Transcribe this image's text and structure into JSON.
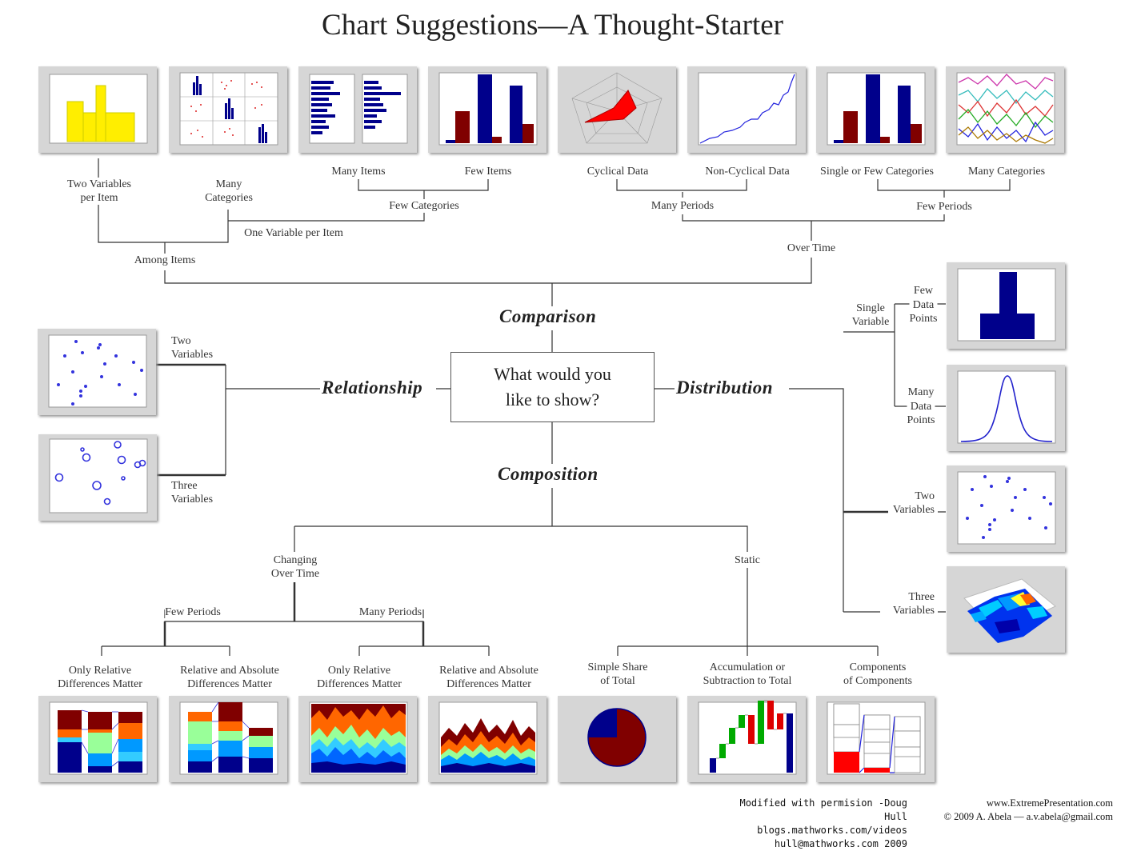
{
  "title": "Chart Suggestions—A Thought-Starter",
  "center_question": [
    "What would you",
    "like to show?"
  ],
  "categories": {
    "comparison": "Comparison",
    "relationship": "Relationship",
    "distribution": "Distribution",
    "composition": "Composition"
  },
  "comparison": {
    "among_items": "Among Items",
    "over_time": "Over Time",
    "two_variables_per_item": [
      "Two Variables",
      "per Item"
    ],
    "one_variable_per_item": "One Variable per Item",
    "many_categories": [
      "Many",
      "Categories"
    ],
    "few_categories": "Few Categories",
    "many_items": "Many Items",
    "few_items": "Few Items",
    "many_periods": "Many Periods",
    "few_periods": "Few Periods",
    "cyclical_data": "Cyclical Data",
    "non_cyclical_data": "Non-Cyclical Data",
    "single_or_few_categories": "Single or Few Categories",
    "many_categories_time": "Many Categories"
  },
  "relationship": {
    "two_variables": [
      "Two",
      "Variables"
    ],
    "three_variables": [
      "Three",
      "Variables"
    ]
  },
  "distribution": {
    "single_variable": [
      "Single",
      "Variable"
    ],
    "few_data_points": [
      "Few",
      "Data",
      "Points"
    ],
    "many_data_points": [
      "Many",
      "Data",
      "Points"
    ],
    "two_variables": [
      "Two",
      "Variables"
    ],
    "three_variables": [
      "Three",
      "Variables"
    ]
  },
  "composition": {
    "changing_over_time": [
      "Changing",
      "Over Time"
    ],
    "static": "Static",
    "few_periods": "Few Periods",
    "many_periods": "Many Periods",
    "only_relative_1": [
      "Only Relative",
      "Differences Matter"
    ],
    "relative_absolute_1": [
      "Relative and Absolute",
      "Differences Matter"
    ],
    "only_relative_2": [
      "Only Relative",
      "Differences Matter"
    ],
    "relative_absolute_2": [
      "Relative and Absolute",
      "Differences Matter"
    ],
    "simple_share": [
      "Simple Share",
      "of Total"
    ],
    "accumulation": [
      "Accumulation or",
      "Subtraction to Total"
    ],
    "components": [
      "Components",
      "of Components"
    ]
  },
  "footer": {
    "left": [
      "Modified with permision -Doug Hull",
      "blogs.mathworks.com/videos",
      "hull@mathworks.com 2009"
    ],
    "right": [
      "www.ExtremePresentation.com",
      "© 2009  A. Abela — a.v.abela@gmail.com"
    ]
  },
  "colors": {
    "line": "#333333",
    "thumb_bg": "#d6d6d6",
    "navy": "#00008b",
    "maroon": "#800000",
    "yellow": "#ffee00",
    "red": "#ff0000",
    "blue_points": "#3333dd"
  },
  "thumbnails": [
    "variable-width-column-chart-icon",
    "table-or-scatter-matrix-icon",
    "bar-chart-icon",
    "column-chart-icon",
    "circular-area-chart-icon",
    "line-chart-icon",
    "column-chart-over-time-icon",
    "line-chart-many-categories-icon",
    "scatter-chart-icon",
    "bubble-chart-icon",
    "column-histogram-icon",
    "line-histogram-icon",
    "scatter-chart-distribution-icon",
    "3d-area-chart-icon",
    "stacked-100-column-chart-icon",
    "stacked-column-chart-icon",
    "stacked-100-area-chart-icon",
    "stacked-area-chart-icon",
    "pie-chart-icon",
    "waterfall-chart-icon",
    "stacked-100-column-with-subcomponents-icon"
  ]
}
